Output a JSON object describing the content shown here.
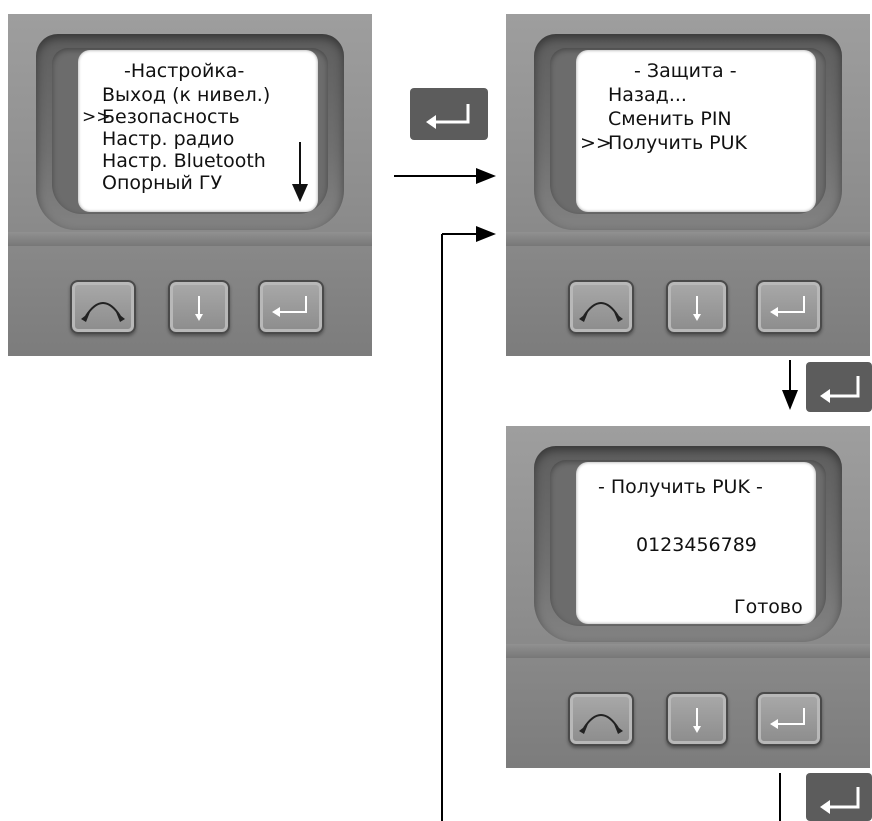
{
  "screens": {
    "setup": {
      "title": "-Настройка-",
      "items": [
        "Выход (к нивел.)",
        "Безопасность",
        "Настр. радио",
        "Настр. Bluetooth",
        "Опорный ГУ"
      ],
      "cursor": ">>"
    },
    "security": {
      "title": "- Защита -",
      "items": [
        "Назад...",
        "Сменить PIN",
        "Получить PUK"
      ],
      "cursor": ">>"
    },
    "get_puk": {
      "title": "- Получить PUK -",
      "code": "0123456789",
      "done": "Готово"
    }
  },
  "buttons": {
    "cycle_icon": "curved-double-arrow-icon",
    "down_icon": "arrow-down-icon",
    "enter_icon": "enter-return-icon"
  },
  "colors": {
    "panel": "#8e8e8e",
    "key": "#5c5c5c",
    "screen": "#ffffff"
  }
}
